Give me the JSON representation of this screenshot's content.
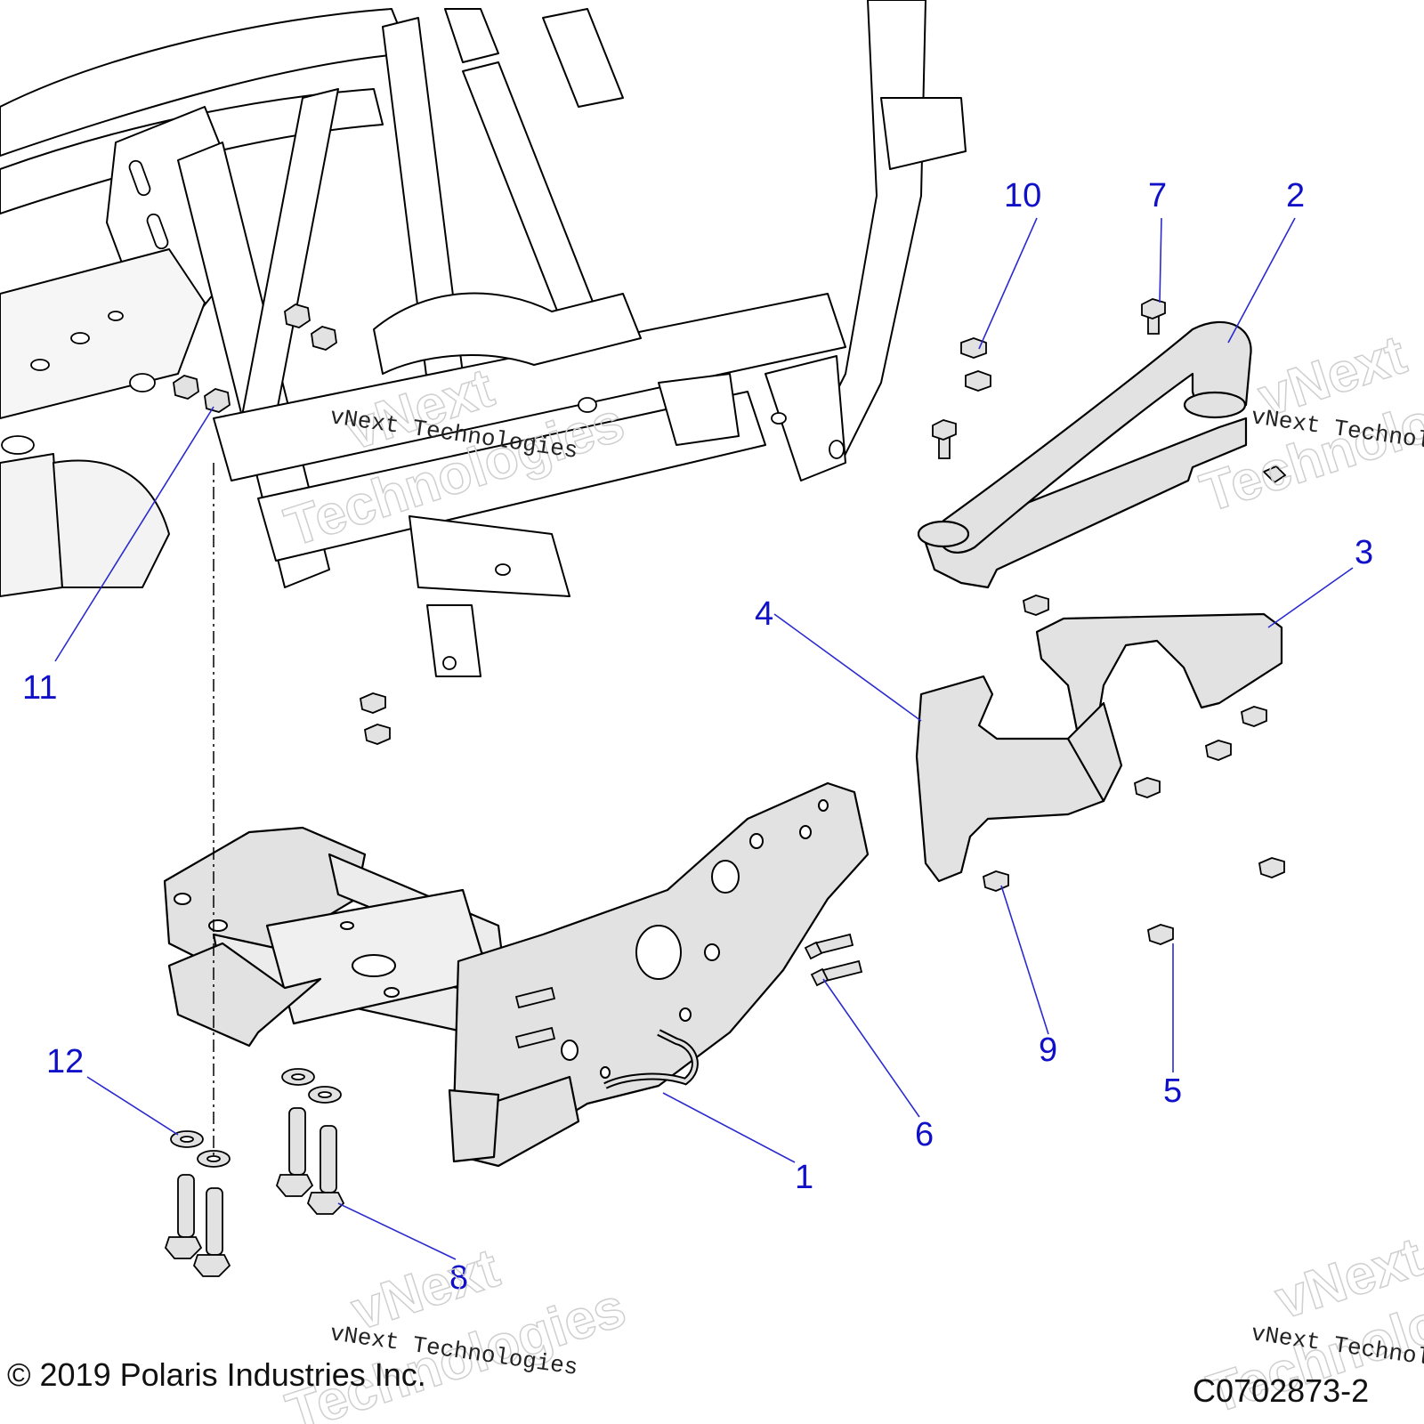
{
  "diagram": {
    "callouts": [
      "1",
      "2",
      "3",
      "4",
      "5",
      "6",
      "7",
      "8",
      "9",
      "10",
      "11",
      "12"
    ],
    "watermark_small": "vNext Technologies",
    "watermark_big_line1": "vNext",
    "watermark_big_line2": "Technologies",
    "copyright": "© 2019 Polaris Industries  Inc.",
    "figure_id": "C0702873-2",
    "colors": {
      "line": "#000000",
      "part_fill": "#e2e2e2",
      "callout": "#1010c8",
      "leader": "#2a2ad0"
    }
  }
}
